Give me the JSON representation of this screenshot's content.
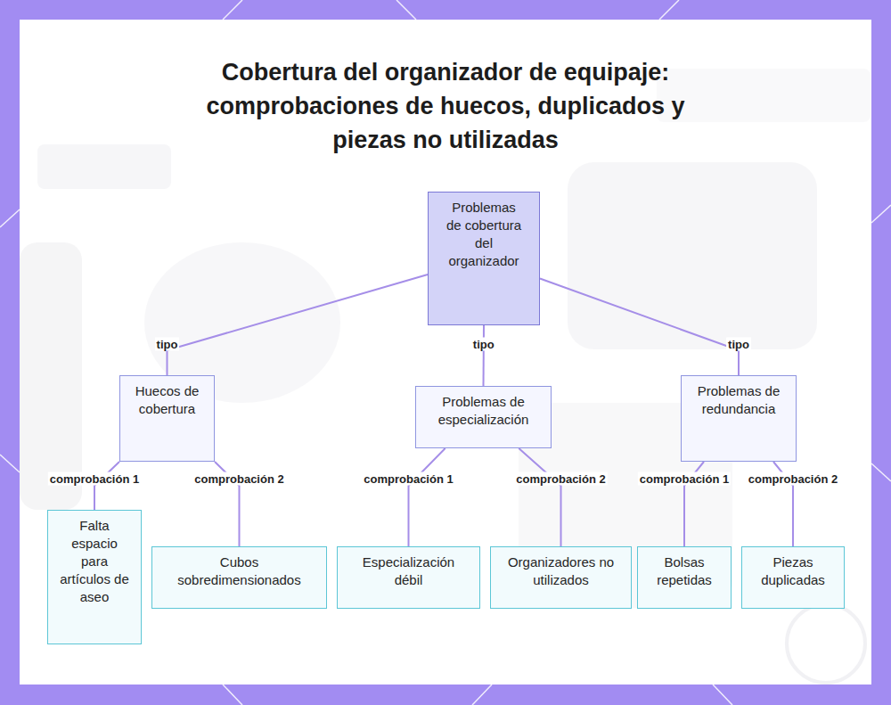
{
  "diagram": {
    "title": "Cobertura del organizador de equipaje: comprobaciones de huecos, duplicados y piezas no utilizadas",
    "nodes": [
      {
        "text": [
          "Problemas de cobertura del organizador"
        ]
      },
      {
        "text": [
          "Huecos de cobertura"
        ]
      },
      {
        "text": [
          "Problemas de especialización"
        ]
      },
      {
        "text": [
          "Problemas de redundancia"
        ]
      },
      {
        "text": [
          "Falta espacio para artículos de aseo"
        ]
      },
      {
        "text": [
          "Cubos sobredimensionados"
        ]
      },
      {
        "text": [
          "Especialización débil"
        ]
      },
      {
        "text": [
          "Organizadores no utilizados"
        ]
      },
      {
        "text": [
          "Bolsas repetidas"
        ]
      },
      {
        "text": [
          "Piezas duplicadas"
        ]
      }
    ],
    "edges": [
      {
        "from": 0,
        "to": 1,
        "label": "tipo",
        "arrow": "none"
      },
      {
        "from": 0,
        "to": 2,
        "label": "tipo",
        "arrow": "none"
      },
      {
        "from": 0,
        "to": 3,
        "label": "tipo",
        "arrow": "none"
      },
      {
        "from": 1,
        "to": 4,
        "label": "comprobación 1",
        "arrow": "none"
      },
      {
        "from": 1,
        "to": 5,
        "label": "comprobación 2",
        "arrow": "none"
      },
      {
        "from": 2,
        "to": 6,
        "label": "comprobación 1",
        "arrow": "none"
      },
      {
        "from": 2,
        "to": 7,
        "label": "comprobación 2",
        "arrow": "none"
      },
      {
        "from": 3,
        "to": 8,
        "label": "comprobación 1",
        "arrow": "none"
      },
      {
        "from": 3,
        "to": 9,
        "label": "comprobación 2",
        "arrow": "none"
      }
    ]
  }
}
